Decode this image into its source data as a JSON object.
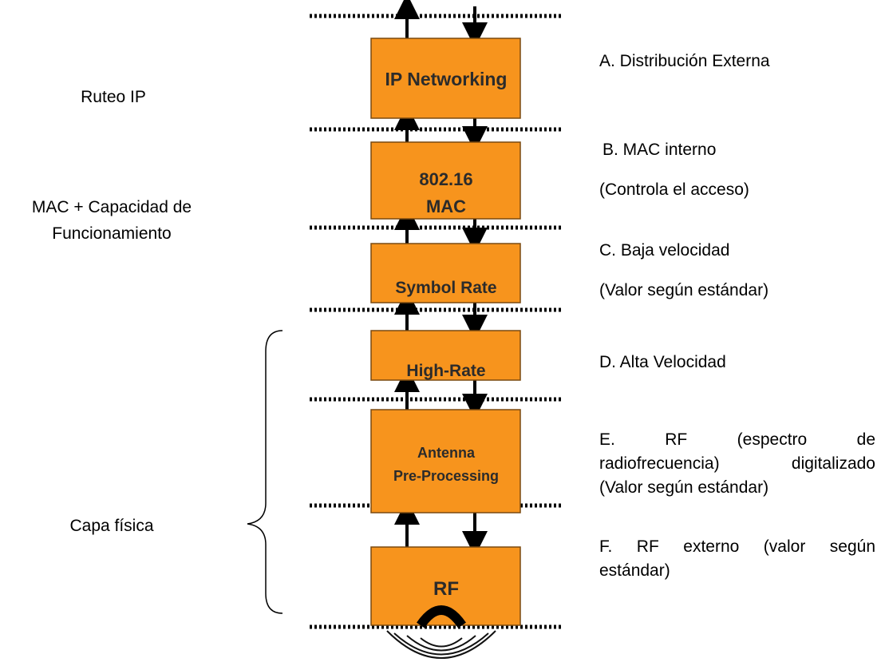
{
  "colors": {
    "box_fill": "#f7941d",
    "box_stroke": "#7a4a10",
    "line": "#000000"
  },
  "left_labels": {
    "ruteo": "Ruteo IP",
    "mac_line1": "MAC + Capacidad de",
    "mac_line2": "Funcionamiento",
    "capa": "Capa física"
  },
  "blocks": {
    "ip": "IP Networking",
    "mac_line1": "802.16",
    "mac_line2": "MAC",
    "symbol": "Symbol Rate",
    "high": "High-Rate",
    "antenna_line1": "Antenna",
    "antenna_line2": "Pre-Processing",
    "rf": "RF"
  },
  "right_labels": {
    "a": "A. Distribución Externa",
    "b_line1": "B. MAC interno",
    "b_line2": "(Controla el acceso)",
    "c_line1": "C. Baja velocidad",
    "c_line2": "(Valor según estándar)",
    "d": "D. Alta Velocidad",
    "e_line1": "E. RF (espectro de",
    "e_line2": "radiofrecuencia) digitalizado",
    "e_line3": "(Valor según estándar)",
    "f_line1": "F. RF externo (valor según",
    "f_line2": "estándar)"
  },
  "icons": {
    "brace": "curly-brace-icon",
    "antenna": "antenna-icon",
    "waves": "radio-waves-icon"
  }
}
